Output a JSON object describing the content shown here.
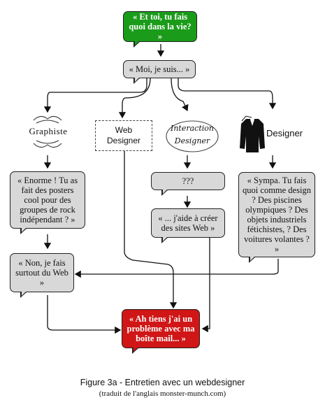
{
  "nodes": {
    "question": "« Et toi, tu fais quoi dans la vie? »",
    "answer": "« Moi, je suis... »",
    "graphiste_reply": "« Enorme ! Tu as fait des posters cool pour des groupes de rock indépendant ? »",
    "interaction_reply": "???",
    "interaction_reply2": "« ... j'aide à créer des sites Web »",
    "designer_reply": "« Sympa. Tu fais quoi comme design ? Des piscines olympiques ? Des objets industriels fétichistes, ? Des voitures volantes ? »",
    "non_reply": "« Non, je fais surtout du Web »",
    "final": "« Ah tiens j'ai un problème avec ma boîte mail... »"
  },
  "roles": {
    "graphiste": "Graphiste",
    "webdesigner": "Web Designer",
    "interaction": "Interaction Designer",
    "designer": "Designer"
  },
  "caption": {
    "title": "Figure 3a - Entretien avec un webdesigner",
    "subtitle": "(traduit de l'anglais monster-munch.com)"
  },
  "colors": {
    "green": "#1a9c1a",
    "red": "#d01616",
    "grey": "#d8d8d8"
  }
}
